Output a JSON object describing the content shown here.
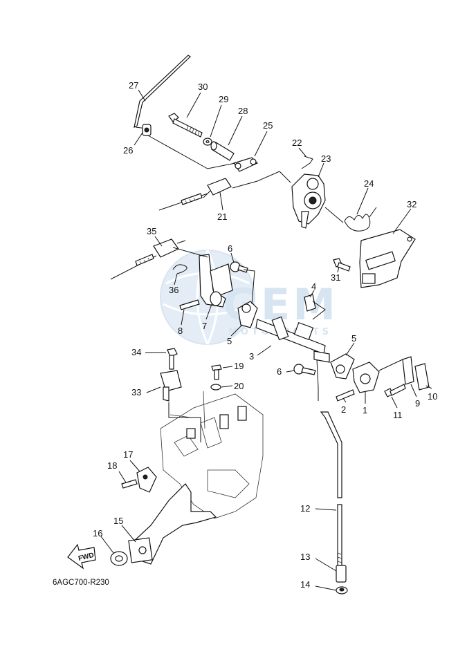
{
  "diagram": {
    "code": "6AGC700-R230",
    "fwd_label": "FWD",
    "watermark": {
      "brand": "GEM",
      "subtitle": "MOTORPARTS",
      "colors": {
        "globe": "#cfe0f0",
        "text": "#b8cfe6"
      }
    },
    "callouts": [
      {
        "id": "27",
        "text": "27"
      },
      {
        "id": "30",
        "text": "30"
      },
      {
        "id": "29",
        "text": "29"
      },
      {
        "id": "28",
        "text": "28"
      },
      {
        "id": "25",
        "text": "25"
      },
      {
        "id": "26",
        "text": "26"
      },
      {
        "id": "22",
        "text": "22"
      },
      {
        "id": "23",
        "text": "23"
      },
      {
        "id": "24",
        "text": "24"
      },
      {
        "id": "32",
        "text": "32"
      },
      {
        "id": "21",
        "text": "21"
      },
      {
        "id": "35",
        "text": "35"
      },
      {
        "id": "6a",
        "text": "6"
      },
      {
        "id": "31",
        "text": "31"
      },
      {
        "id": "36",
        "text": "36"
      },
      {
        "id": "4",
        "text": "4"
      },
      {
        "id": "7",
        "text": "7"
      },
      {
        "id": "8",
        "text": "8"
      },
      {
        "id": "5a",
        "text": "5"
      },
      {
        "id": "5b",
        "text": "5"
      },
      {
        "id": "3",
        "text": "3"
      },
      {
        "id": "6b",
        "text": "6"
      },
      {
        "id": "34",
        "text": "34"
      },
      {
        "id": "19",
        "text": "19"
      },
      {
        "id": "20",
        "text": "20"
      },
      {
        "id": "33",
        "text": "33"
      },
      {
        "id": "2",
        "text": "2"
      },
      {
        "id": "1",
        "text": "1"
      },
      {
        "id": "11",
        "text": "11"
      },
      {
        "id": "9",
        "text": "9"
      },
      {
        "id": "10",
        "text": "10"
      },
      {
        "id": "17",
        "text": "17"
      },
      {
        "id": "18",
        "text": "18"
      },
      {
        "id": "12",
        "text": "12"
      },
      {
        "id": "15",
        "text": "15"
      },
      {
        "id": "16",
        "text": "16"
      },
      {
        "id": "13",
        "text": "13"
      },
      {
        "id": "14",
        "text": "14"
      }
    ]
  }
}
